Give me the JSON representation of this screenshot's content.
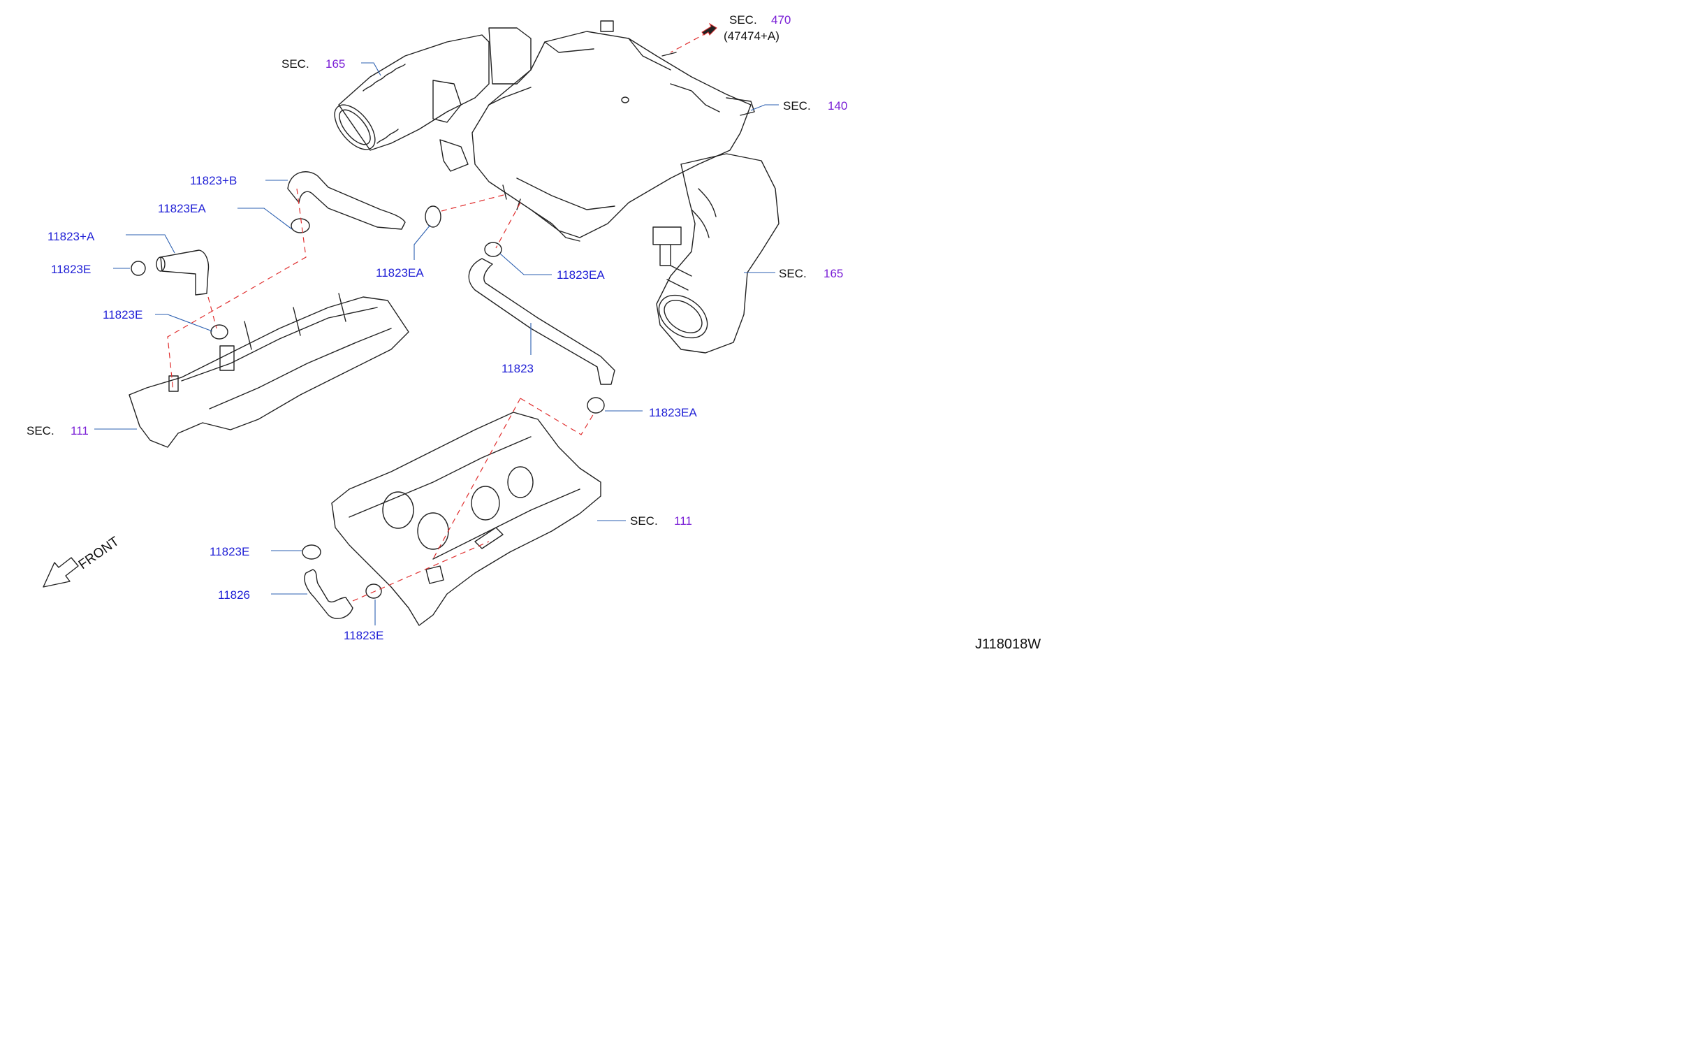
{
  "diagram_id": "J118018W",
  "front_label": "FRONT",
  "sections": [
    {
      "sec": "SEC.",
      "num": "470",
      "sub": "(47474+A)"
    },
    {
      "sec": "SEC.",
      "num": "165"
    },
    {
      "sec": "SEC.",
      "num": "140"
    },
    {
      "sec": "SEC.",
      "num": "165"
    },
    {
      "sec": "SEC.",
      "num": "111"
    },
    {
      "sec": "SEC.",
      "num": "111"
    }
  ],
  "parts": [
    "11823+B",
    "11823EA",
    "11823+A",
    "11823E",
    "11823E",
    "11823EA",
    "11823EA",
    "11823",
    "11823EA",
    "11823E",
    "11826",
    "11823E"
  ],
  "colors": {
    "part_label": "#1f1fd6",
    "section_number": "#7a1fd6",
    "leader_line": "#2b5fb0",
    "hose_path_dash": "#e03030",
    "outline": "#222222"
  }
}
